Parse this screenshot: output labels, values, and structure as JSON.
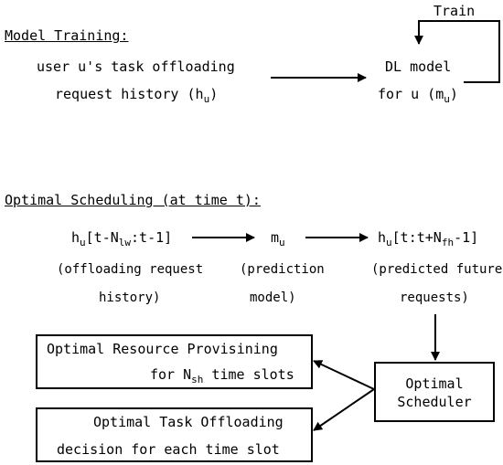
{
  "training": {
    "heading": "Model Training:",
    "history_line1": "user u's task offloading",
    "history_line2_pre": "request history (h",
    "history_line2_sub": "u",
    "history_line2_post": ")",
    "model_line1": "DL model",
    "model_line2_pre": "for u (m",
    "model_line2_sub": "u",
    "model_line2_post": ")",
    "loop_label": "Train"
  },
  "scheduling": {
    "heading": "Optimal Scheduling (at time t):",
    "input_h": "h",
    "input_h_sub": "u",
    "input_pre": "[t-N",
    "input_sub": "lw",
    "input_post": ":t-1]",
    "input_caption1": "(offloading request",
    "input_caption2": "history)",
    "model_m": "m",
    "model_sub": "u",
    "model_caption1": "(prediction",
    "model_caption2": "model)",
    "output_h": "h",
    "output_h_sub": "u",
    "output_pre": "[t:t+N",
    "output_sub": "fh",
    "output_post": "-1]",
    "output_caption1": "(predicted future",
    "output_caption2": "requests)",
    "scheduler_line1": "Optimal",
    "scheduler_line2": "Scheduler",
    "provisioning_line1": "Optimal Resource Provisining",
    "provisioning_line2_pre": "for N",
    "provisioning_line2_sub": "sh",
    "provisioning_line2_post": " time slots",
    "offloading_line1": "Optimal Task Offloading",
    "offloading_line2": "decision for each time slot"
  }
}
